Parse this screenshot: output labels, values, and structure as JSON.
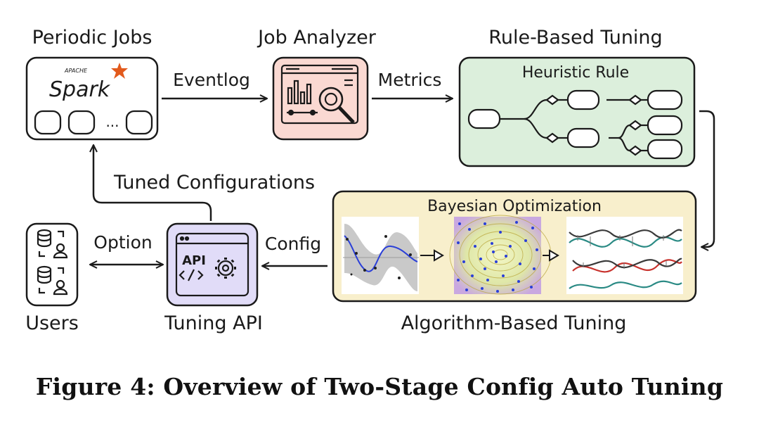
{
  "nodes": {
    "periodic_jobs": {
      "title": "Periodic Jobs",
      "logo_apache": "APACHE",
      "logo_spark": "Spark",
      "ellipsis": "..."
    },
    "job_analyzer": {
      "title": "Job Analyzer"
    },
    "rule_based": {
      "title": "Rule-Based Tuning",
      "inner_title": "Heuristic Rule"
    },
    "algorithm_based": {
      "title": "Algorithm-Based Tuning",
      "inner_title": "Bayesian Optimization"
    },
    "tuning_api": {
      "title": "Tuning API",
      "icon_text": "API"
    },
    "users": {
      "title": "Users"
    }
  },
  "edges": {
    "eventlog": "Eventlog",
    "metrics": "Metrics",
    "config": "Config",
    "option": "Option",
    "tuned_configurations": "Tuned Configurations"
  },
  "caption": "Figure 4: Overview of Two-Stage Config Auto Tuning",
  "colors": {
    "rule_fill": "#dcefdc",
    "algo_fill": "#f8efcc",
    "analyzer_fill": "#fad9d2",
    "api_fill": "#e1dcf8",
    "spark_orange": "#e25a1c",
    "point_blue": "#2a3fd8",
    "dna_red": "#c8322d",
    "dna_teal": "#2a8a84"
  },
  "icons": {
    "analyzer": "chart-magnifier-icon",
    "api": "api-gear-icon",
    "users": "database-user-icon",
    "spark_star": "star-icon"
  }
}
